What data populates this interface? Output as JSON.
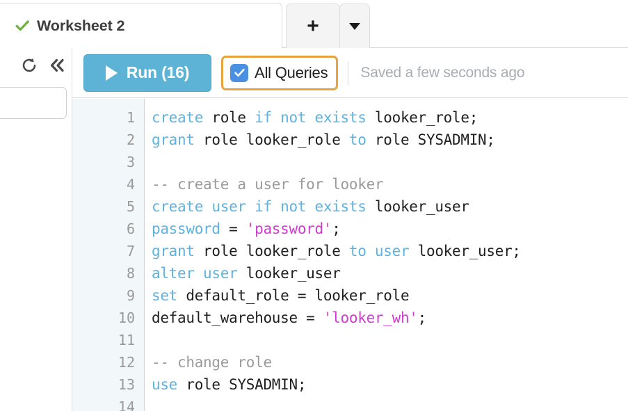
{
  "tabs": {
    "active": {
      "label": "Worksheet 2",
      "status_icon": "check-icon",
      "status_color": "#6cb33f"
    },
    "add_label": "+",
    "menu_label": "▼"
  },
  "left_rail": {
    "refresh_icon": "refresh-icon",
    "collapse_icon": "double-chevron-left-icon",
    "search_value": "",
    "search_placeholder": ""
  },
  "toolbar": {
    "run_label": "Run (16)",
    "run_icon": "play-icon",
    "run_color": "#5cb3d6",
    "all_queries_label": "All Queries",
    "all_queries_checked": true,
    "checkbox_color": "#4a90e2",
    "focus_ring_color": "#e8a33d",
    "saved_text": "Saved a few seconds ago"
  },
  "editor": {
    "line_numbers": [
      1,
      2,
      3,
      4,
      5,
      6,
      7,
      8,
      9,
      10,
      11,
      12,
      13,
      14
    ],
    "keyword_color": "#5cb3e0",
    "comment_color": "#9b9b9b",
    "string_color": "#d23bd2",
    "plain_color": "#1f1f1f",
    "lines": [
      {
        "n": 1,
        "tokens": [
          {
            "t": "create",
            "c": "k"
          },
          {
            "t": " role ",
            "c": "p"
          },
          {
            "t": "if not exists",
            "c": "k"
          },
          {
            "t": " looker_role;",
            "c": "p"
          }
        ]
      },
      {
        "n": 2,
        "tokens": [
          {
            "t": "grant",
            "c": "k"
          },
          {
            "t": " role looker_role ",
            "c": "p"
          },
          {
            "t": "to",
            "c": "k"
          },
          {
            "t": " role SYSADMIN;",
            "c": "p"
          }
        ]
      },
      {
        "n": 3,
        "tokens": []
      },
      {
        "n": 4,
        "tokens": [
          {
            "t": "-- create a user for looker",
            "c": "cm"
          }
        ]
      },
      {
        "n": 5,
        "tokens": [
          {
            "t": "create user if not exists",
            "c": "k"
          },
          {
            "t": " looker_user",
            "c": "p"
          }
        ]
      },
      {
        "n": 6,
        "tokens": [
          {
            "t": "password",
            "c": "k"
          },
          {
            "t": " = ",
            "c": "p"
          },
          {
            "t": "'password'",
            "c": "s"
          },
          {
            "t": ";",
            "c": "p"
          }
        ]
      },
      {
        "n": 7,
        "tokens": [
          {
            "t": "grant",
            "c": "k"
          },
          {
            "t": " role looker_role ",
            "c": "p"
          },
          {
            "t": "to user",
            "c": "k"
          },
          {
            "t": " looker_user;",
            "c": "p"
          }
        ]
      },
      {
        "n": 8,
        "tokens": [
          {
            "t": "alter user",
            "c": "k"
          },
          {
            "t": " looker_user",
            "c": "p"
          }
        ]
      },
      {
        "n": 9,
        "tokens": [
          {
            "t": "set",
            "c": "k"
          },
          {
            "t": " default_role = looker_role",
            "c": "p"
          }
        ]
      },
      {
        "n": 10,
        "tokens": [
          {
            "t": "default_warehouse = ",
            "c": "p"
          },
          {
            "t": "'looker_wh'",
            "c": "s"
          },
          {
            "t": ";",
            "c": "p"
          }
        ]
      },
      {
        "n": 11,
        "tokens": []
      },
      {
        "n": 12,
        "tokens": [
          {
            "t": "-- change role",
            "c": "cm"
          }
        ]
      },
      {
        "n": 13,
        "tokens": [
          {
            "t": "use",
            "c": "k"
          },
          {
            "t": " role SYSADMIN;",
            "c": "p"
          }
        ]
      },
      {
        "n": 14,
        "tokens": []
      }
    ]
  }
}
